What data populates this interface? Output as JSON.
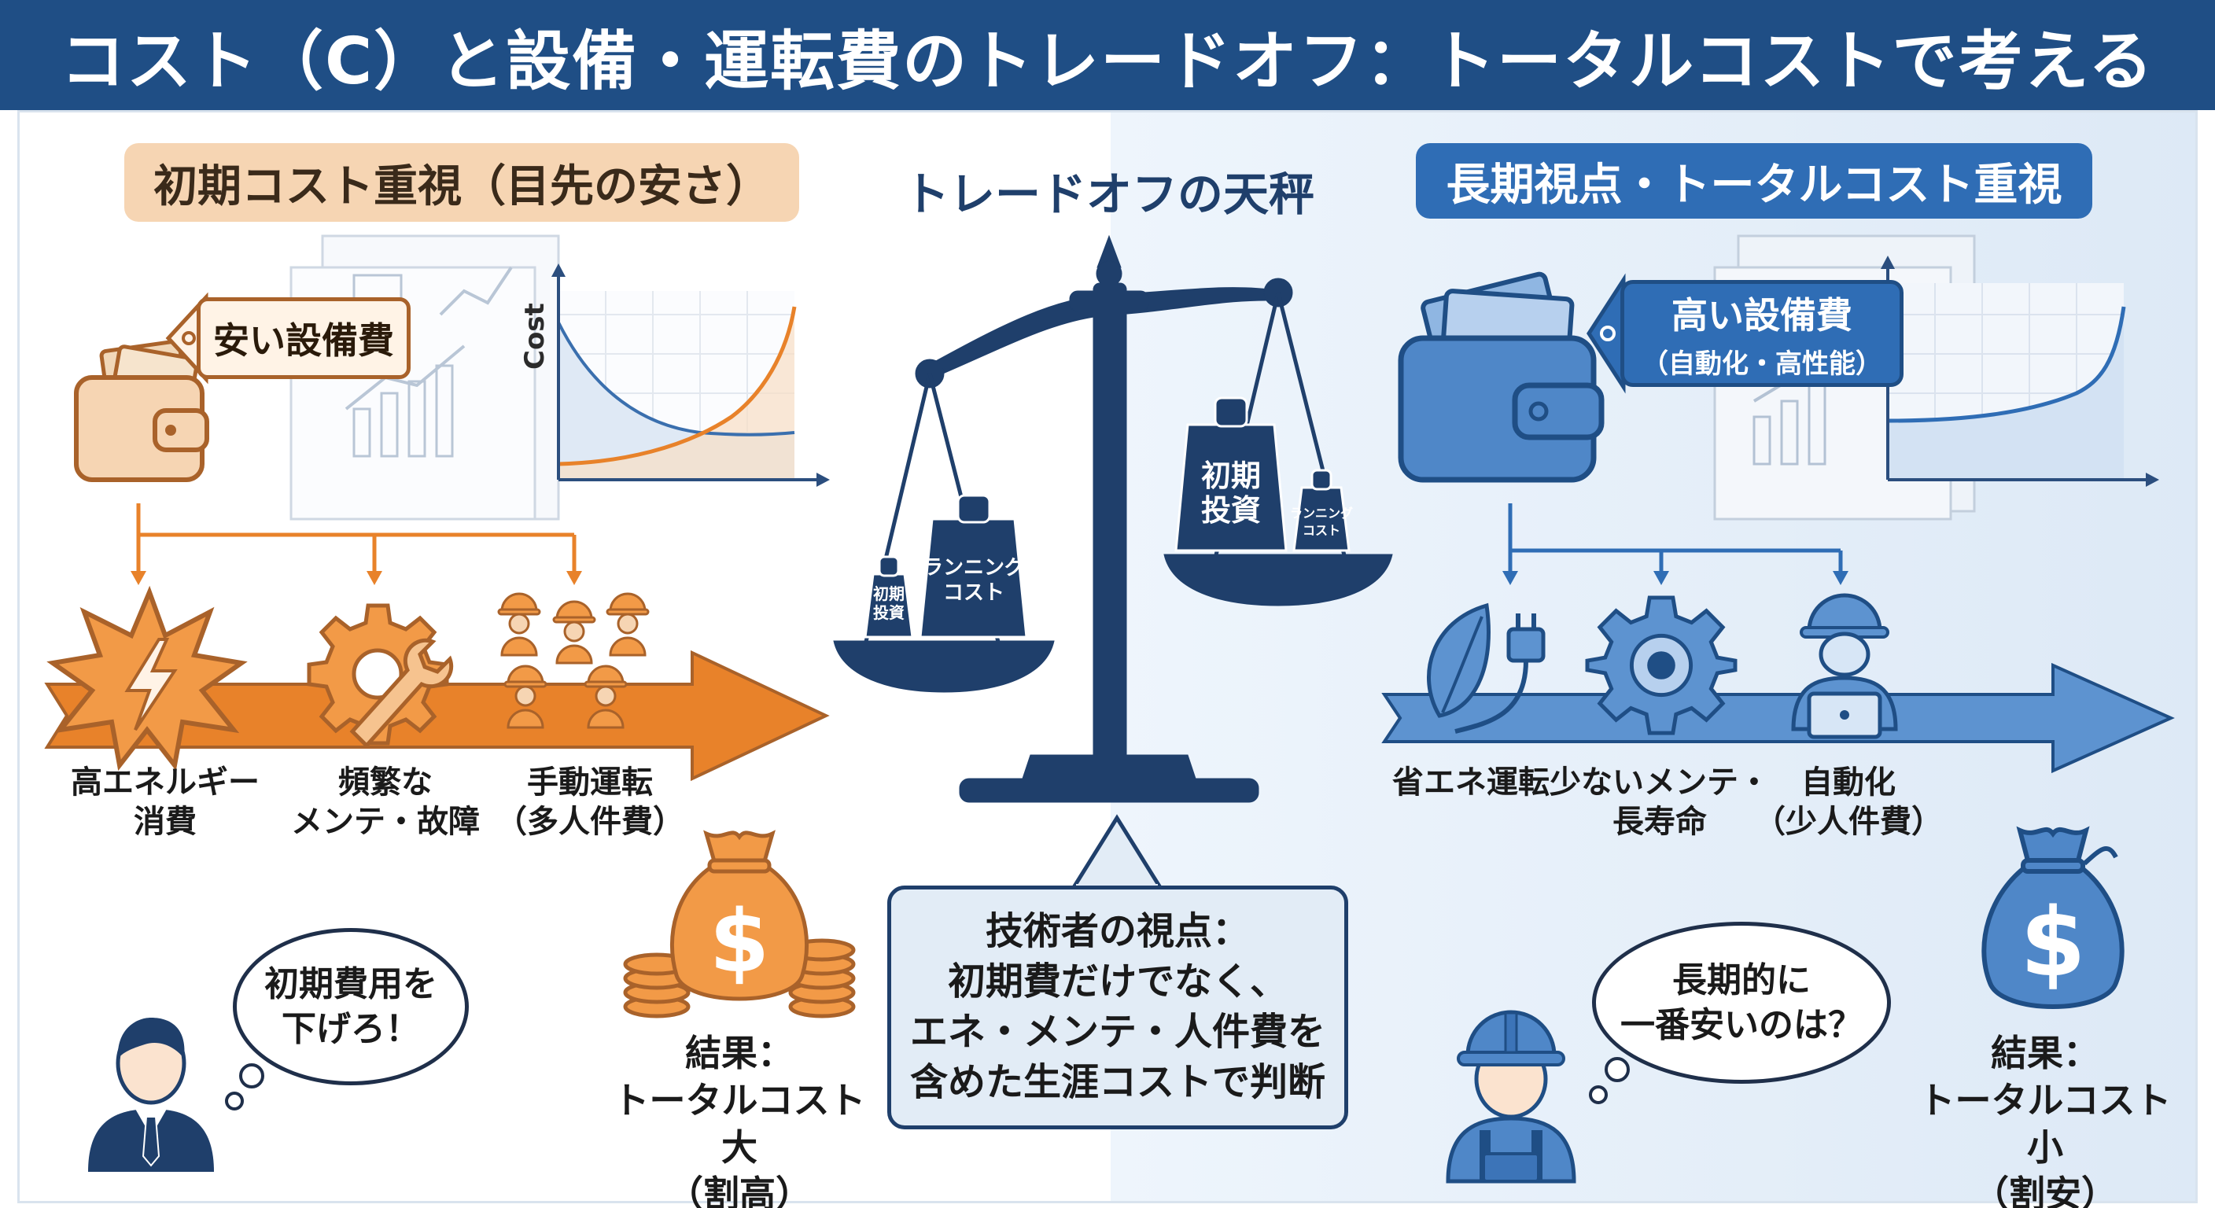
{
  "header": {
    "title": "コスト（C）と設備・運転費のトレードオフ：トータルコストで考える"
  },
  "left": {
    "label": "初期コスト重視（目先の安さ）",
    "tag": "安い設備費",
    "chart_axis_label": "Cost",
    "items": [
      {
        "line1": "高エネルギー",
        "line2": "消費"
      },
      {
        "line1": "頻繁な",
        "line2": "メンテ・故障"
      },
      {
        "line1": "手動運転",
        "line2": "（多人件費）"
      }
    ],
    "bubble": {
      "line1": "初期費用を",
      "line2": "下げろ！"
    },
    "result": {
      "line1": "結果：",
      "line2": "トータルコスト大",
      "line3": "（割高）"
    },
    "colors": {
      "accent": "#e8822a",
      "dark": "#a9622a"
    }
  },
  "center": {
    "title": "トレードオフの天秤",
    "left_pan": {
      "small": "初期\n投資",
      "small_l1": "初期",
      "small_l2": "投資",
      "big_l1": "ランニング",
      "big_l2": "コスト"
    },
    "right_pan": {
      "big_l1": "初期",
      "big_l2": "投資",
      "small_l1": "ランニング",
      "small_l2": "コスト"
    },
    "engineer_box": {
      "line1": "技術者の視点：",
      "line2": "初期費だけでなく、",
      "line3": "エネ・メンテ・人件費を",
      "line4": "含めた生涯コストで判断"
    },
    "colors": {
      "navy": "#1f3f6b"
    }
  },
  "right": {
    "label": "長期視点・トータルコスト重視",
    "tag": {
      "line1": "高い設備費",
      "line2": "（自動化・高性能）"
    },
    "items": [
      {
        "line1": "省エネ運転",
        "line2": ""
      },
      {
        "line1": "少ないメンテ・",
        "line2": "長寿命"
      },
      {
        "line1": "自動化",
        "line2": "（少人件費）"
      }
    ],
    "bubble": {
      "line1": "長期的に",
      "line2": "一番安いのは？"
    },
    "result": {
      "line1": "結果：",
      "line2": "トータルコスト小",
      "line3": "（割安）"
    },
    "colors": {
      "accent": "#2f6db5",
      "light": "#5d93d0"
    }
  }
}
